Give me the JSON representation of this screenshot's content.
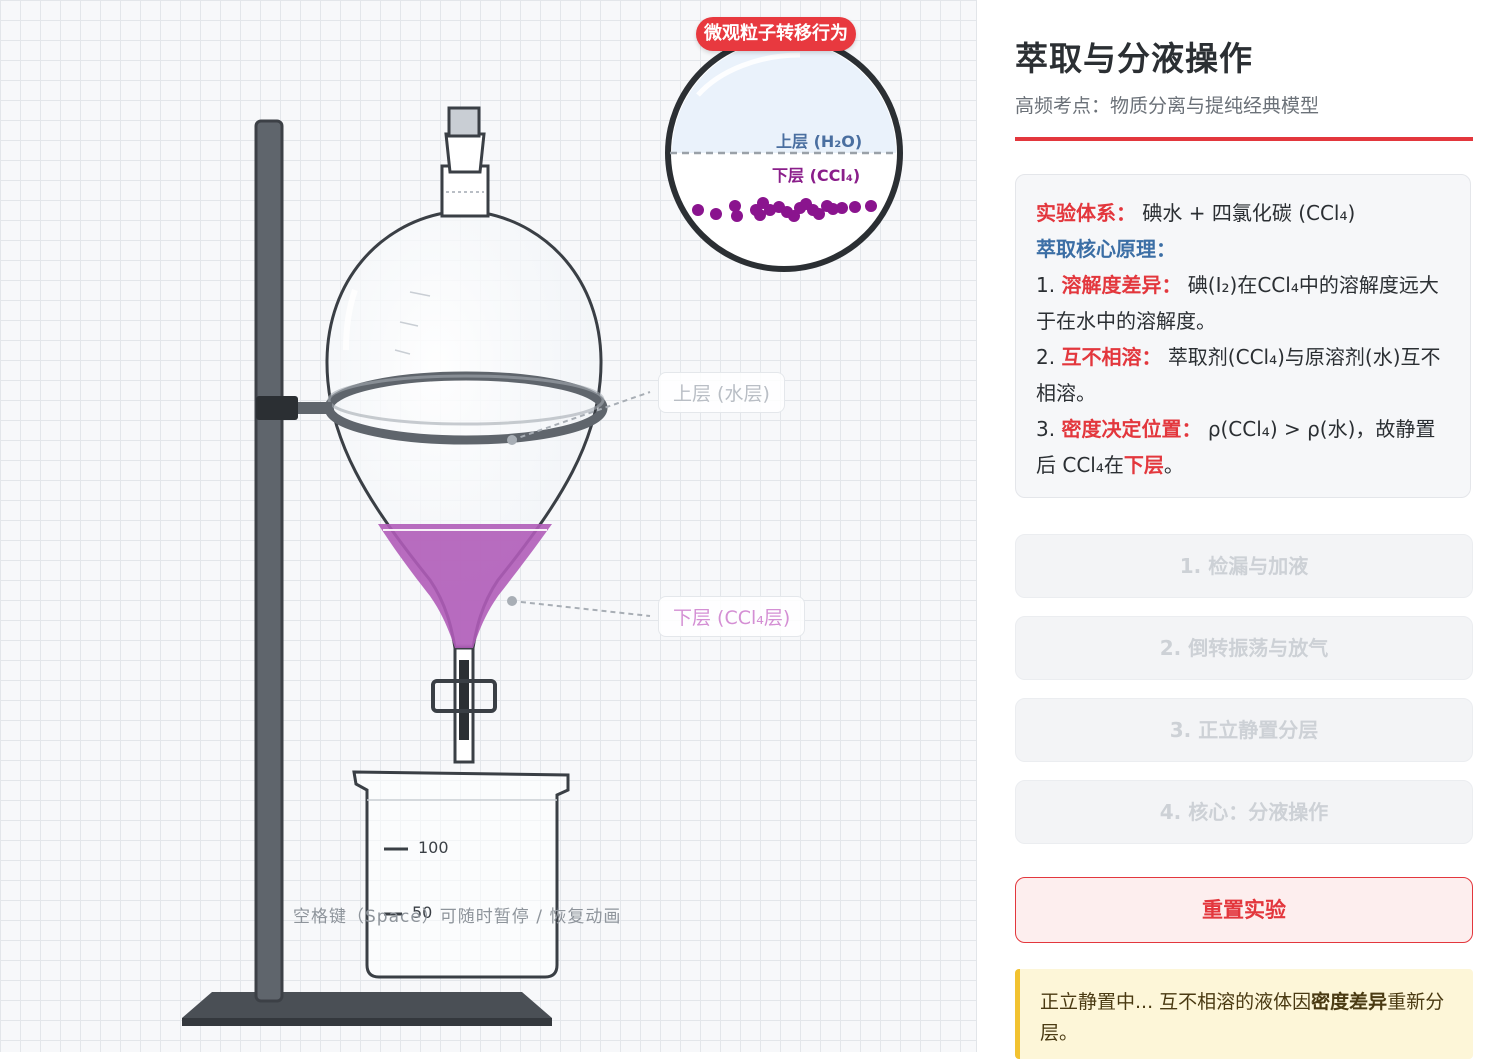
{
  "stage": {
    "label_upper": "上层 (水层)",
    "label_lower": "下层 (CCl₄层)",
    "zoom": {
      "badge": "微观粒子转移行为",
      "upper": "上层 (H₂O)",
      "lower": "下层 (CCl₄)"
    },
    "beaker_marks": [
      "100",
      "50"
    ],
    "hint": "空格键（Space）可随时暂停 / 恢复动画"
  },
  "panel": {
    "title": "萃取与分液操作",
    "subtitle": "高频考点：物质分离与提纯经典模型",
    "info": {
      "system_label": "实验体系：",
      "system_value": "碘水 + 四氯化碳 (CCl₄)",
      "principle_label": "萃取核心原理：",
      "p1_num": "1.",
      "p1_key": "溶解度差异：",
      "p1_text": "碘(I₂)在CCl₄中的溶解度远大于在水中的溶解度。",
      "p2_num": "2.",
      "p2_key": "互不相溶：",
      "p2_text": "萃取剂(CCl₄)与原溶剂(水)互不相溶。",
      "p3_num": "3.",
      "p3_key": "密度决定位置：",
      "p3_text_a": "ρ(CCl₄) > ρ(水)，故静置后 CCl₄在",
      "p3_text_b": "下层",
      "p3_text_c": "。"
    },
    "steps": [
      "1. 检漏与加液",
      "2. 倒转振荡与放气",
      "3. 正立静置分层",
      "4. 核心：分液操作"
    ],
    "reset_label": "重置实验",
    "status": {
      "prefix": "正立静置中... 互不相溶的液体因",
      "bold": "密度差异",
      "suffix": "重新分层。"
    }
  },
  "colors": {
    "accent_red": "#e3373d",
    "accent_blue": "#3b6ea5",
    "ccl4_layer": "#b05cb8",
    "iodine_particle": "#8a148e",
    "status_bar": "#f2c230"
  }
}
